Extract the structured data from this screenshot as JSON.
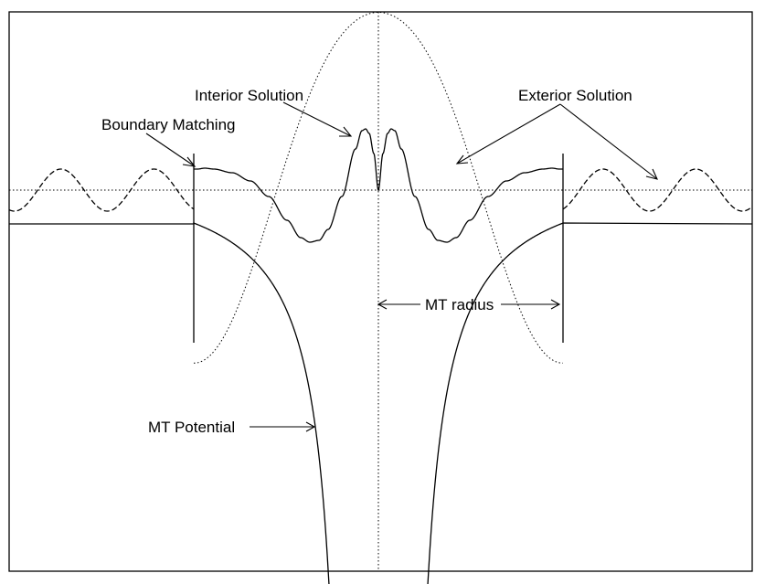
{
  "labels": {
    "interior_solution": "Interior Solution",
    "exterior_solution": "Exterior Solution",
    "boundary_matching": "Boundary Matching",
    "mt_radius": "MT radius",
    "mt_potential": "MT Potential"
  },
  "colors": {
    "background": "#ffffff",
    "stroke": "#000000"
  }
}
